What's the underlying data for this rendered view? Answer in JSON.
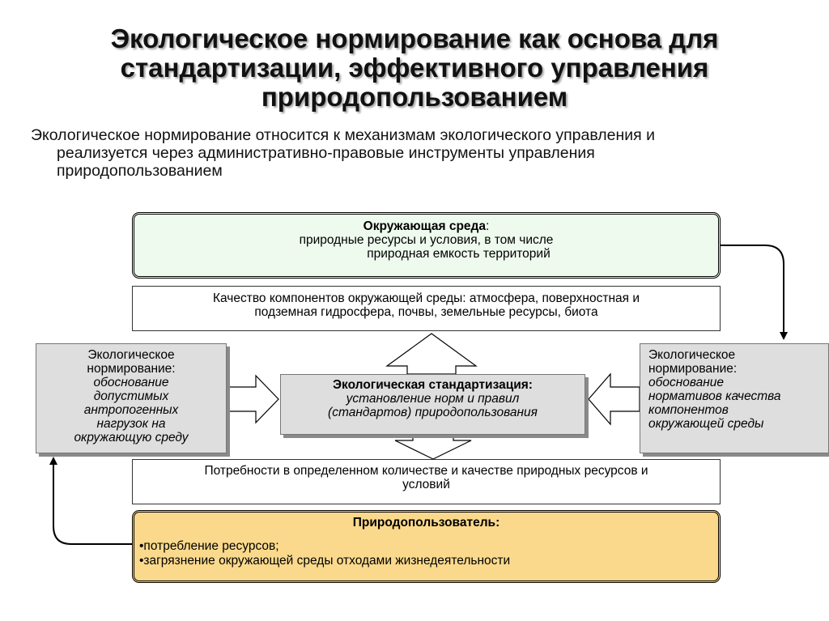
{
  "title": {
    "line1": "Экологическое нормирование как основа для",
    "line2": "стандартизации, эффективного управления",
    "line3": "природопользованием"
  },
  "intro": {
    "line1": "Экологическое нормирование относится к механизмам экологического управления и",
    "line2": "реализуется через административно-правовые инструменты управления",
    "line3": "природопользованием"
  },
  "environment": {
    "heading": "Окружающая среда",
    "colon": ":",
    "line1": "природные ресурсы и условия, в том числе",
    "line2": "природная емкость территорий"
  },
  "quality": {
    "line1": "Качество компонентов окружающей среды: атмосфера, поверхностная и",
    "line2": "подземная гидросфера, почвы, земельные ресурсы, биота"
  },
  "norm_left": {
    "line1": "Экологическое",
    "line2": "нормирование:",
    "italic": [
      "обоснование",
      "допустимых",
      "антропогенных",
      "нагрузок на",
      "окружающую среду"
    ]
  },
  "standardization": {
    "heading": "Экологическая стандартизация:",
    "line1": "установление норм и правил",
    "line2": "(стандартов) природопользования"
  },
  "norm_right": {
    "line1": "Экологическое",
    "line2": "нормирование:",
    "italic": [
      "обоснование",
      "нормативов качества",
      "компонентов",
      "окружающей среды"
    ]
  },
  "needs": {
    "line1": "Потребности в определенном количестве и качестве природных ресурсов и",
    "line2": "условий"
  },
  "user": {
    "heading": "Природопользователь:",
    "items": [
      "•потребление ресурсов;",
      "•загрязнение окружающей среды отходами жизнедеятельности"
    ]
  }
}
